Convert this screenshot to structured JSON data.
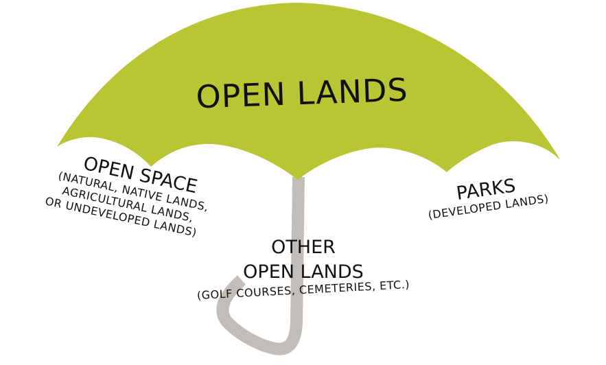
{
  "diagram": {
    "type": "umbrella-concept",
    "colors": {
      "canopy": "#b8c634",
      "handle": "#c2bdb9",
      "text": "#111111",
      "background": "#ffffff"
    },
    "canopy_label": "OPEN LANDS",
    "sections": [
      {
        "id": "open-space",
        "heading": "OPEN SPACE",
        "lines": [
          "(NATURAL, NATIVE LANDS,",
          "AGRICULTURAL LANDS,",
          "OR UNDEVELOPED LANDS)"
        ]
      },
      {
        "id": "other-open-lands",
        "heading_lines": [
          "OTHER",
          "OPEN LANDS"
        ],
        "lines": [
          "(GOLF COURSES, CEMETERIES, ETC.)"
        ]
      },
      {
        "id": "parks",
        "heading": "PARKS",
        "lines": [
          "(DEVELOPED LANDS)"
        ]
      }
    ]
  }
}
